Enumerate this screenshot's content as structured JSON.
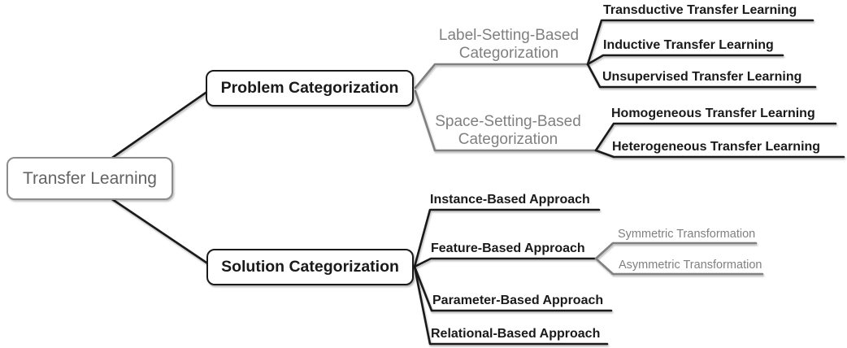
{
  "mindmap": {
    "colors": {
      "ink": "#1a1a1a",
      "muted": "#808080",
      "bg": "#ffffff"
    },
    "root": {
      "label": "Transfer Learning"
    },
    "branches": [
      {
        "label": "Problem Categorization",
        "children": [
          {
            "label": "Label-Setting-Based Categorization",
            "children": [
              {
                "label": "Transductive Transfer Learning"
              },
              {
                "label": "Inductive Transfer Learning"
              },
              {
                "label": "Unsupervised Transfer Learning"
              }
            ]
          },
          {
            "label": "Space-Setting-Based Categorization",
            "children": [
              {
                "label": "Homogeneous Transfer Learning"
              },
              {
                "label": "Heterogeneous Transfer Learning"
              }
            ]
          }
        ]
      },
      {
        "label": "Solution Categorization",
        "children": [
          {
            "label": "Instance-Based Approach",
            "children": []
          },
          {
            "label": "Feature-Based Approach",
            "children": [
              {
                "label": "Symmetric Transformation"
              },
              {
                "label": "Asymmetric Transformation"
              }
            ]
          },
          {
            "label": "Parameter-Based Approach",
            "children": []
          },
          {
            "label": "Relational-Based Approach",
            "children": []
          }
        ]
      }
    ]
  }
}
